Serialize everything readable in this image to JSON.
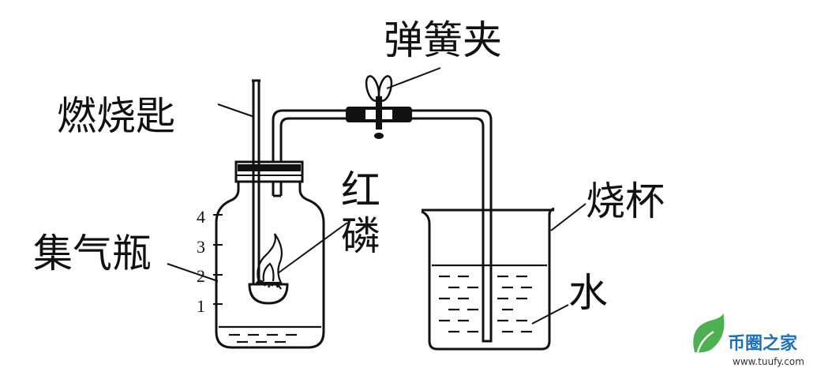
{
  "labels": {
    "spoon": "燃烧匙",
    "clamp": "弹簧夹",
    "phosphorus_1": "红",
    "phosphorus_2": "磷",
    "bottle": "集气瓶",
    "beaker": "烧杯",
    "water": "水"
  },
  "scale_marks": [
    "1",
    "2",
    "3",
    "4"
  ],
  "watermark": {
    "name": "币圈之家",
    "url": "www.tuufy.com"
  }
}
